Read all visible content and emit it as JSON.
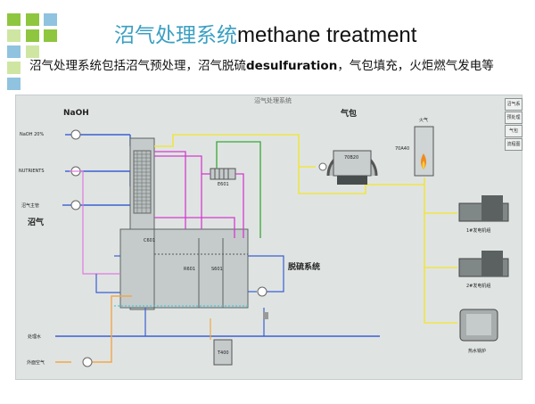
{
  "header": {
    "title_cn": "沼气处理系统",
    "title_en": "methane treatment",
    "description_part1": "沼气处理系统包括沼气预处理，沼气脱硫",
    "description_bold": "desulfuration",
    "description_part2": "，气包填充，火炬燃气发电等"
  },
  "decor_colors": {
    "green": "#8ec63f",
    "light_green": "#cfe6a2",
    "blue": "#8fc3df",
    "title": "#3a9fc2"
  },
  "diagram": {
    "panel_title": "沼气处理系统",
    "labels": {
      "naoh": "NaOH",
      "naoh_20": "NaOH 20%",
      "nutrients": "NUTRIENTS",
      "biogas_inlet": "沼气主管",
      "biogas": "沼气",
      "gas_bag": "气包",
      "gas_bag_id": "70B20",
      "flare_top": "火气",
      "flare_id": "70A40",
      "e601": "E601",
      "c601": "C601",
      "r601": "R601",
      "s601": "S601",
      "desulfur_system": "脱硫系统",
      "generator_1": "1#发电机组",
      "generator_2": "2#发电机组",
      "boiler": "热水锅炉",
      "process_water": "处理水",
      "external_air": "外面空气",
      "t400": "T400"
    },
    "side_buttons": [
      "沼气系统",
      "预处理",
      "气包",
      "流程图"
    ]
  }
}
